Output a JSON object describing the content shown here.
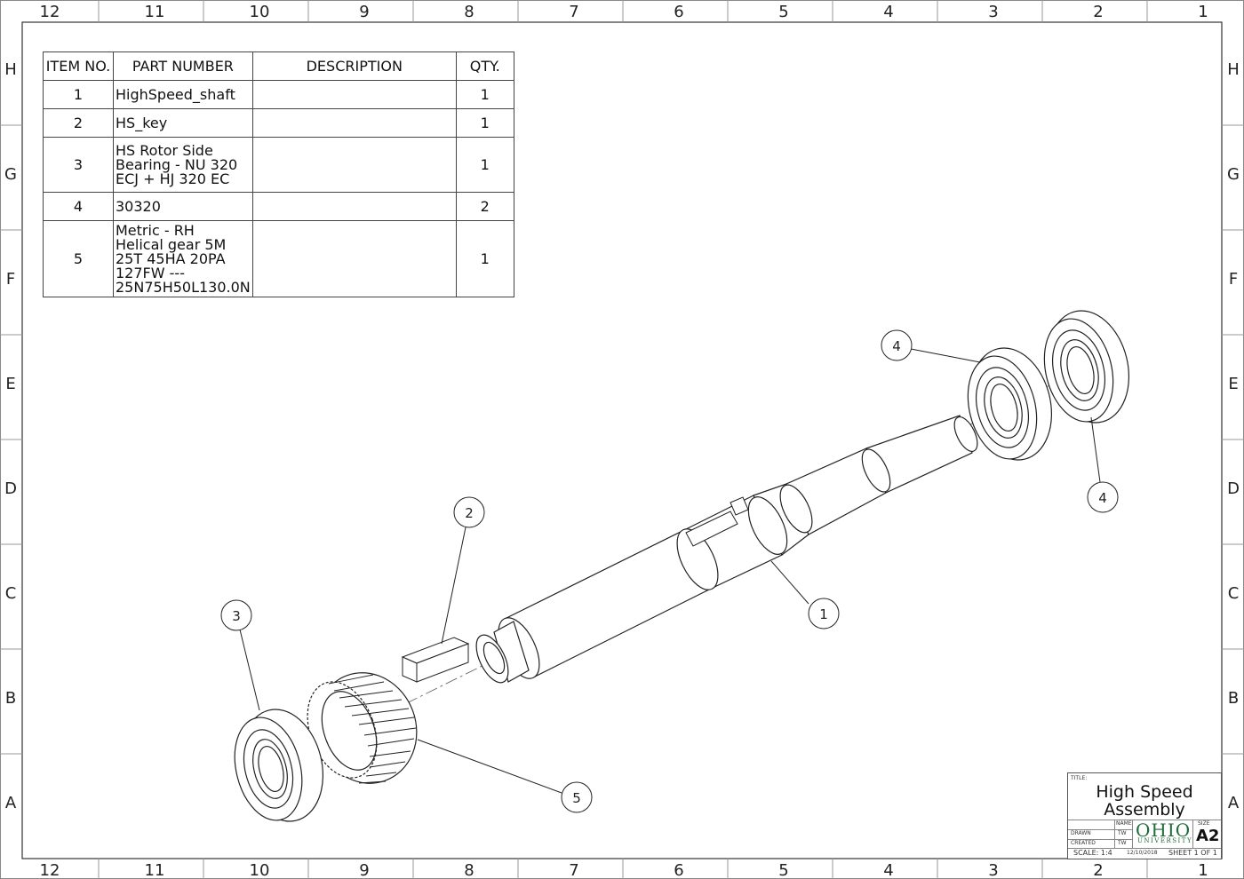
{
  "zones": {
    "columns": [
      "12",
      "11",
      "10",
      "9",
      "8",
      "7",
      "6",
      "5",
      "4",
      "3",
      "2",
      "1"
    ],
    "rows": [
      "H",
      "G",
      "F",
      "E",
      "D",
      "C",
      "B",
      "A"
    ]
  },
  "bom": {
    "headers": [
      "ITEM NO.",
      "PART NUMBER",
      "DESCRIPTION",
      "QTY."
    ],
    "rows": [
      {
        "item": "1",
        "part_lines": [
          "HighSpeed_shaft"
        ],
        "description": "",
        "qty": "1"
      },
      {
        "item": "2",
        "part_lines": [
          "HS_key"
        ],
        "description": "",
        "qty": "1"
      },
      {
        "item": "3",
        "part_lines": [
          "HS Rotor Side",
          "Bearing - NU 320",
          "ECJ + HJ 320 EC"
        ],
        "description": "",
        "qty": "1"
      },
      {
        "item": "4",
        "part_lines": [
          "30320"
        ],
        "description": "",
        "qty": "2"
      },
      {
        "item": "5",
        "part_lines": [
          "Metric - RH",
          "Helical gear 5M",
          "25T 45HA 20PA",
          "127FW ---",
          "25N75H50L130.0N"
        ],
        "description": "",
        "qty": "1"
      }
    ]
  },
  "balloons": [
    {
      "id": "b1",
      "label": "1"
    },
    {
      "id": "b2",
      "label": "2"
    },
    {
      "id": "b3",
      "label": "3"
    },
    {
      "id": "b4a",
      "label": "4"
    },
    {
      "id": "b4b",
      "label": "4"
    },
    {
      "id": "b5",
      "label": "5"
    }
  ],
  "title_block": {
    "title_label": "TITLE:",
    "title_line1": "High Speed",
    "title_line2": "Assembly",
    "name_label": "NAME",
    "drawn_label": "DRAWN",
    "drawn_by": "TW",
    "created_label": "CREATED",
    "created_by": "TW",
    "logo_main": "OHIO",
    "logo_sub": "UNIVERSITY",
    "size_label": "SIZE",
    "size": "A2",
    "scale": "SCALE: 1:4",
    "date": "12/10/2018",
    "sheet": "SHEET 1 OF 1",
    "logo_color": "#1f6b3a"
  }
}
